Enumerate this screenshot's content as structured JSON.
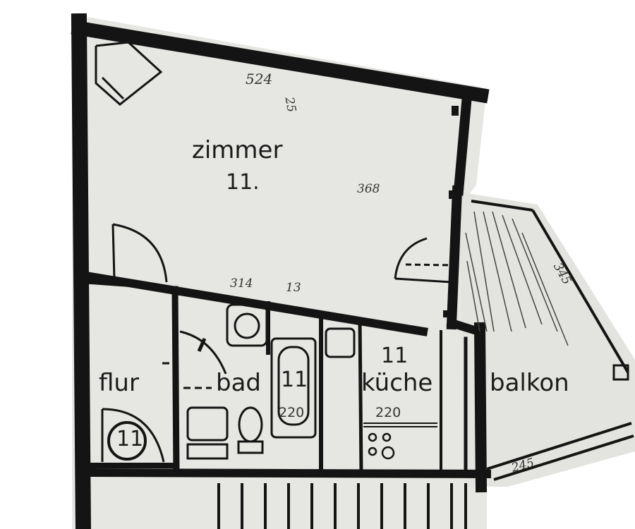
{
  "rooms": {
    "zimmer": {
      "name": "zimmer",
      "number": "11."
    },
    "flur": {
      "name": "flur",
      "number": "11"
    },
    "bad": {
      "name": "bad",
      "number": "11"
    },
    "kueche": {
      "name": "küche",
      "number": "11"
    },
    "balkon": {
      "name": "balkon"
    }
  },
  "dimensions": {
    "zimmer_top": "524",
    "zimmer_top_note": "25",
    "zimmer_right": "368",
    "zimmer_bottom": "314",
    "zimmer_bottom_note": "13",
    "bad_tub": "220",
    "kueche_counter": "220",
    "balkon_side": "345",
    "balkon_bottom": "245"
  },
  "colors": {
    "paper": "#e6e6e2",
    "ink": "#141414",
    "background": "#ffffff"
  }
}
